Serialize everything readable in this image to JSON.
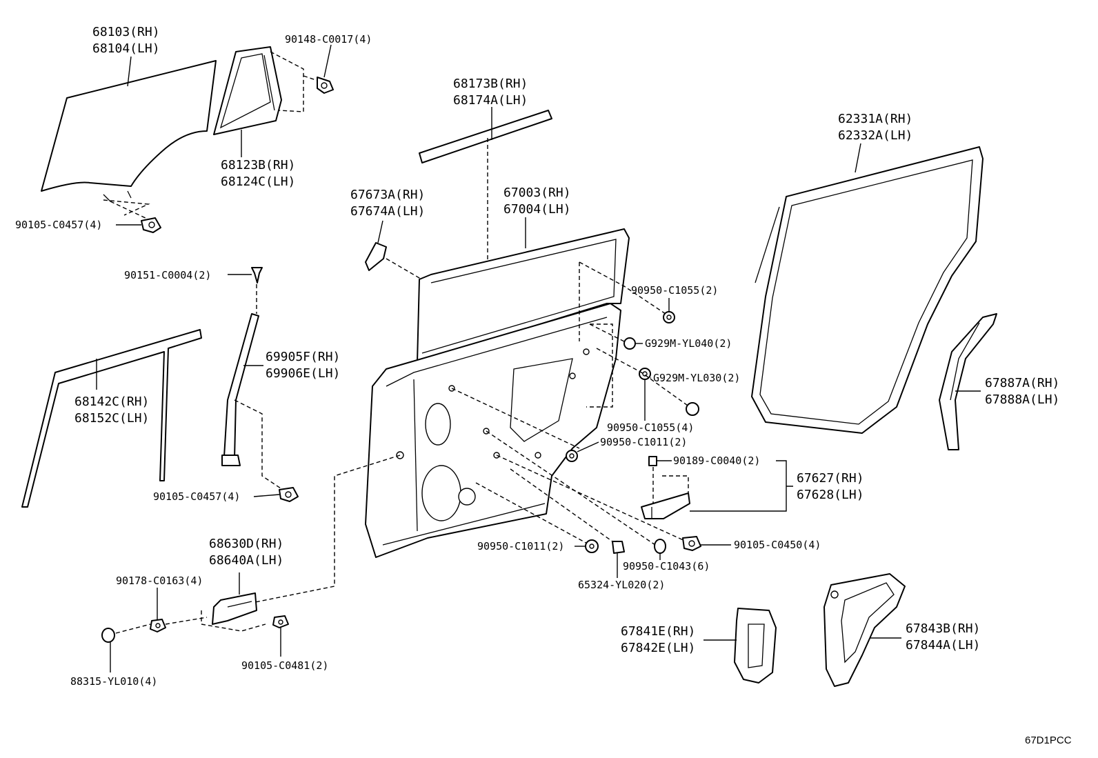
{
  "labels": {
    "l68103": "68103(RH)",
    "l68104": "68104(LH)",
    "l90148": "90148-C0017(4)",
    "l68123": "68123B(RH)",
    "l68124": "68124C(LH)",
    "l90105a": "90105-C0457(4)",
    "l68173": "68173B(RH)",
    "l68174": "68174A(LH)",
    "l67673": "67673A(RH)",
    "l67674": "67674A(LH)",
    "l67003": "67003(RH)",
    "l67004": "67004(LH)",
    "l62331": "62331A(RH)",
    "l62332": "62332A(LH)",
    "l90151": "90151-C0004(2)",
    "l90950a": "90950-C1055(2)",
    "lG929a": "G929M-YL040(2)",
    "lG929b": "G929M-YL030(2)",
    "l69905": "69905F(RH)",
    "l69906": "69906E(LH)",
    "l68142": "68142C(RH)",
    "l68152": "68152C(LH)",
    "l90950b": "90950-C1055(4)",
    "l90950c": "90950-C1011(2)",
    "l67887": "67887A(RH)",
    "l67888": "67888A(LH)",
    "l90189": "90189-C0040(2)",
    "l67627": "67627(RH)",
    "l67628": "67628(LH)",
    "l90105b": "90105-C0457(4)",
    "l68630": "68630D(RH)",
    "l68640": "68640A(LH)",
    "l90950d": "90950-C1011(2)",
    "l90105c": "90105-C0450(4)",
    "l90950e": "90950-C1043(6)",
    "l90178": "90178-C0163(4)",
    "l65324": "65324-YL020(2)",
    "l67841": "67841E(RH)",
    "l67842": "67842E(LH)",
    "l67843": "67843B(RH)",
    "l67844": "67844A(LH)",
    "l90105d": "90105-C0481(2)",
    "l88315": "88315-YL010(4)",
    "ref": "67D1PCC"
  }
}
